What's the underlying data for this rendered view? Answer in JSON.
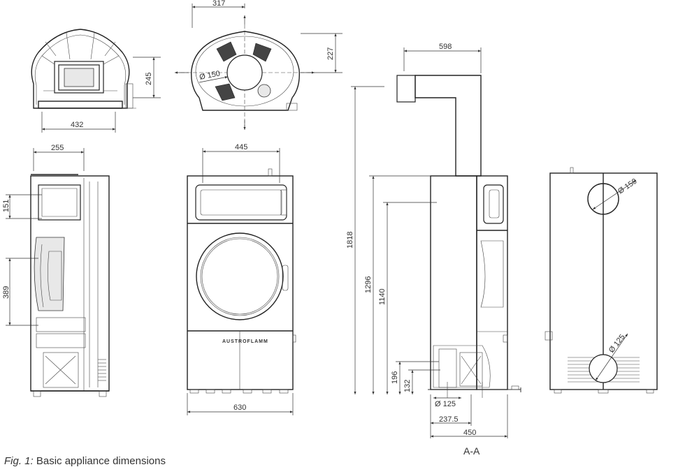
{
  "caption": {
    "label": "Fig. 1:",
    "text": "Basic appliance dimensions"
  },
  "brand_label": "AUSTROFLAMM",
  "section_label": "A-A",
  "dimensions": {
    "top_width": "432",
    "top_depth": "245",
    "plan_width": "317",
    "plan_depth": "227",
    "plan_pipe": "Ø 150",
    "side_top": "255",
    "side_151": "151",
    "side_389": "389",
    "front_top": "445",
    "front_width": "630",
    "section_top": "598",
    "section_height": "1818",
    "section_1296": "1296",
    "section_1140": "1140",
    "section_196": "196",
    "section_132": "132",
    "section_pipe": "Ø 125",
    "section_2375": "237.5",
    "section_450": "450",
    "rear_pipe_top": "Ø 150",
    "rear_pipe_bottom": "Ø 125"
  }
}
